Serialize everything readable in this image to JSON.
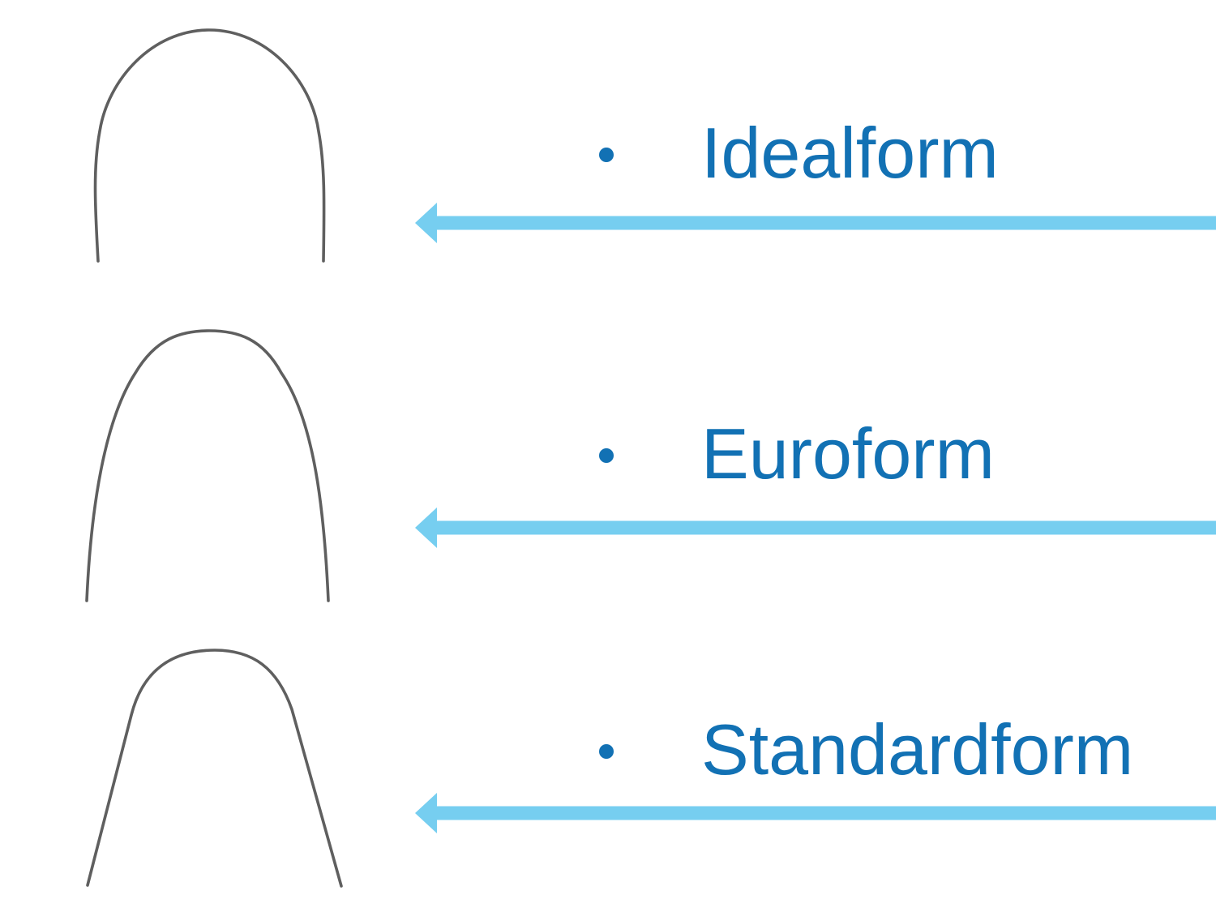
{
  "slide": {
    "items": [
      {
        "label": "Idealform",
        "shape": "idealform-archwire"
      },
      {
        "label": "Euroform",
        "shape": "euroform-archwire"
      },
      {
        "label": "Standardform",
        "shape": "standardform-archwire"
      }
    ],
    "colors": {
      "label_text": "#1271B4",
      "bullet": "#1271B4",
      "arrow": "#76CEF0",
      "wire": "#5F5F5F",
      "background": "#FFFFFF"
    }
  }
}
